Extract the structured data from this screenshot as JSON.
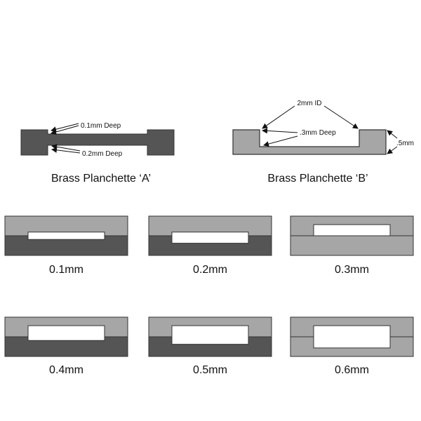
{
  "colors": {
    "dark": "#555555",
    "light": "#a6a6a6",
    "outline": "#333333",
    "arrow": "#111111"
  },
  "planchette_a": {
    "caption": "Brass Planchette ‘A’",
    "note_top": "0.1mm Deep",
    "note_bottom": "0.2mm Deep"
  },
  "planchette_b": {
    "caption": "Brass Planchette ‘B’",
    "note_id": "2mm ID",
    "note_depth": ".3mm Deep",
    "note_thickness": ".5mm"
  },
  "combos": [
    {
      "label": "0.1mm",
      "top_depth": 0.1,
      "bottom_depth": 0.1
    },
    {
      "label": "0.2mm",
      "top_depth": 0.1,
      "bottom_depth": 0.2
    },
    {
      "label": "0.3mm",
      "top_depth": 0.3,
      "bottom_depth": 0.0
    },
    {
      "label": "0.4mm",
      "top_depth": 0.3,
      "bottom_depth": 0.1
    },
    {
      "label": "0.5mm",
      "top_depth": 0.3,
      "bottom_depth": 0.2
    },
    {
      "label": "0.6mm",
      "top_depth": 0.3,
      "bottom_depth": 0.3
    }
  ]
}
